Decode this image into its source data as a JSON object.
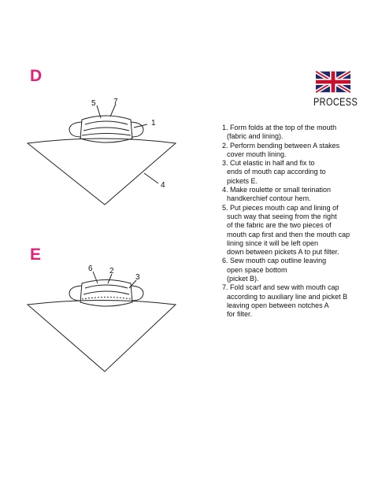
{
  "sections": [
    {
      "letter": "D",
      "callouts": [
        "5",
        "7",
        "1",
        "4"
      ]
    },
    {
      "letter": "E",
      "callouts": [
        "6",
        "2",
        "3"
      ]
    }
  ],
  "badge": {
    "flag_icon": "uk-flag-icon",
    "label": "PROCESS"
  },
  "colors": {
    "letter_accent": "#e0207a",
    "flag_blue": "#1f2a6b",
    "flag_red": "#c8102e"
  },
  "steps": [
    {
      "lines": [
        "1. Form folds at the top of the mouth",
        "(fabric and lining)."
      ]
    },
    {
      "lines": [
        "2. Perform bending between A stakes",
        "cover mouth lining."
      ]
    },
    {
      "lines": [
        "3. Cut elastic in half and fix to",
        "ends of mouth cap according to",
        "pickets E."
      ]
    },
    {
      "lines": [
        "4. Make roulette or small terination",
        "handkerchief contour hem."
      ]
    },
    {
      "lines": [
        "5. Put pieces mouth cap and lining of",
        "such way that seeing from the right",
        "of the fabric are the two pieces of",
        "mouth cap first and then the mouth cap",
        "lining since it will be left open",
        "down between pickets A to put filter."
      ]
    },
    {
      "lines": [
        "6. Sew mouth cap outline leaving",
        "open space bottom",
        "(picket B)."
      ]
    },
    {
      "lines": [
        "7. Fold scarf and sew with mouth cap",
        "according to auxiliary line and picket B",
        "leaving open between notches A",
        "for filter."
      ]
    }
  ]
}
